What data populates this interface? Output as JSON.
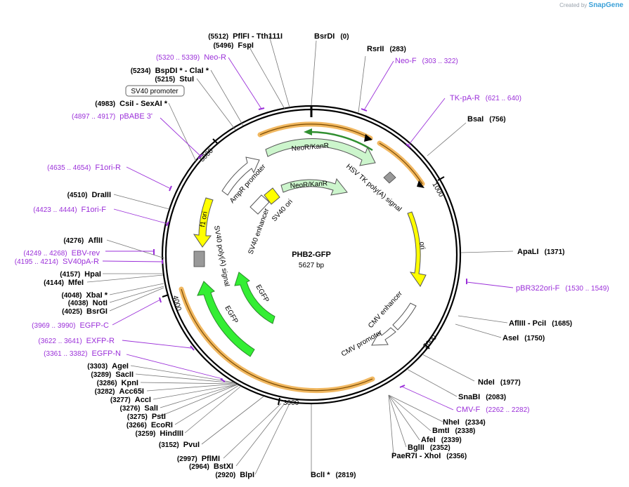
{
  "app": {
    "credit_prefix": "Created by",
    "credit_brand": "SnapGene"
  },
  "plasmid": {
    "name": "PHB2-GFP",
    "length_label": "5627 bp"
  },
  "ticks": [
    "1000",
    "2000",
    "3000",
    "4000",
    "5000"
  ],
  "enzymes": [
    {
      "id": "srdi",
      "pos": "(0)",
      "name": "BsrDI"
    },
    {
      "id": "rsrii",
      "pos": "(283)",
      "name": "RsrII"
    },
    {
      "id": "bsai",
      "pos": "(756)",
      "name": "BsaI"
    },
    {
      "id": "apali",
      "pos": "(1371)",
      "name": "ApaLI"
    },
    {
      "id": "aflIII",
      "pos": "(1685)",
      "name": "AflIII  -  PciI"
    },
    {
      "id": "asei",
      "pos": "(1750)",
      "name": "AseI"
    },
    {
      "id": "ndei",
      "pos": "(1977)",
      "name": "NdeI"
    },
    {
      "id": "snabi",
      "pos": "(2083)",
      "name": "SnaBI"
    },
    {
      "id": "nhei",
      "pos": "(2334)",
      "name": "NheI"
    },
    {
      "id": "bmti",
      "pos": "(2338)",
      "name": "BmtI"
    },
    {
      "id": "afei",
      "pos": "(2339)",
      "name": "AfeI"
    },
    {
      "id": "bglii",
      "pos": "(2352)",
      "name": "BglII"
    },
    {
      "id": "paer7i",
      "pos": "(2356)",
      "name": "PaeR7I  -  XhoI"
    },
    {
      "id": "bcli",
      "pos": "(2819)",
      "name": "BclI *"
    },
    {
      "id": "blpi",
      "pos": "(2920)",
      "name": "BlpI"
    },
    {
      "id": "bstxi",
      "pos": "(2964)",
      "name": "BstXI"
    },
    {
      "id": "pflmi",
      "pos": "(2997)",
      "name": "PflMI"
    },
    {
      "id": "pvui",
      "pos": "(3152)",
      "name": "PvuI"
    },
    {
      "id": "hindiii",
      "pos": "(3259)",
      "name": "HindIII"
    },
    {
      "id": "ecori",
      "pos": "(3266)",
      "name": "EcoRI"
    },
    {
      "id": "psti",
      "pos": "(3275)",
      "name": "PstI"
    },
    {
      "id": "sali",
      "pos": "(3276)",
      "name": "SalI"
    },
    {
      "id": "acci",
      "pos": "(3277)",
      "name": "AccI"
    },
    {
      "id": "acc65i",
      "pos": "(3282)",
      "name": "Acc65I"
    },
    {
      "id": "kpni",
      "pos": "(3286)",
      "name": "KpnI"
    },
    {
      "id": "sacii",
      "pos": "(3289)",
      "name": "SacII"
    },
    {
      "id": "agei",
      "pos": "(3303)",
      "name": "AgeI"
    },
    {
      "id": "bsrgi",
      "pos": "(4025)",
      "name": "BsrGI"
    },
    {
      "id": "noti",
      "pos": "(4038)",
      "name": "NotI"
    },
    {
      "id": "xbai",
      "pos": "(4048)",
      "name": "XbaI *"
    },
    {
      "id": "mfei",
      "pos": "(4144)",
      "name": "MfeI"
    },
    {
      "id": "hpai",
      "pos": "(4157)",
      "name": "HpaI"
    },
    {
      "id": "aflii",
      "pos": "(4276)",
      "name": "AflII"
    },
    {
      "id": "draiii",
      "pos": "(4510)",
      "name": "DraIII"
    },
    {
      "id": "csii",
      "pos": "(4983)",
      "name": "CsiI  -  SexAI *"
    },
    {
      "id": "stui",
      "pos": "(5215)",
      "name": "StuI"
    },
    {
      "id": "bspdi",
      "pos": "(5234)",
      "name": "BspDI *  -  ClaI *"
    },
    {
      "id": "fspi",
      "pos": "(5496)",
      "name": "FspI"
    },
    {
      "id": "pflfi",
      "pos": "(5512)",
      "name": "PflFI  -  Tth111I"
    }
  ],
  "primers": [
    {
      "id": "neo-r",
      "name": "Neo-R",
      "pos": "(5320 .. 5339)"
    },
    {
      "id": "neo-f",
      "name": "Neo-F",
      "pos": "(303 .. 322)"
    },
    {
      "id": "tk-pa-r",
      "name": "TK-pA-R",
      "pos": "(621 .. 640)"
    },
    {
      "id": "pbr322ori-f",
      "name": "pBR322ori-F",
      "pos": "(1530 .. 1549)"
    },
    {
      "id": "cmv-f",
      "name": "CMV-F",
      "pos": "(2262 .. 2282)"
    },
    {
      "id": "pbabe3",
      "name": "pBABE 3'",
      "pos": "(4897 .. 4917)"
    },
    {
      "id": "f1ori-r",
      "name": "F1ori-R",
      "pos": "(4635 .. 4654)"
    },
    {
      "id": "f1ori-f",
      "name": "F1ori-F",
      "pos": "(4423 .. 4444)"
    },
    {
      "id": "ebv-rev",
      "name": "EBV-rev",
      "pos": "(4249 .. 4268)"
    },
    {
      "id": "sv40pa-r",
      "name": "SV40pA-R",
      "pos": "(4195 .. 4214)"
    },
    {
      "id": "egfp-c",
      "name": "EGFP-C",
      "pos": "(3969 .. 3990)"
    },
    {
      "id": "exfp-r",
      "name": "EXFP-R",
      "pos": "(3622 .. 3641)"
    },
    {
      "id": "egfp-n",
      "name": "EGFP-N",
      "pos": "(3361 .. 3382)"
    }
  ],
  "boxed_label": "SV40 promoter",
  "features": {
    "neokanr_outer": "NeoR/KanR",
    "neokanr_inner": "NeoR/KanR",
    "hsv": "HSV TK poly(A) signal",
    "ampr_promoter": "AmpR promoter",
    "sv40_ori": "SV40 ori",
    "sv40_enhancer": "SV40 enhancer",
    "f1_ori": "f1 ori",
    "ori": "ori",
    "sv40_polya": "SV40 poly(A) signal",
    "egfp_inner": "EGFP",
    "egfp_outer": "EGFP",
    "cmv_enhancer": "CMV enhancer",
    "cmv_promoter": "CMV promoter"
  },
  "colors": {
    "neokanr": "#ccf5cc",
    "ori": "#ffff00",
    "egfp": "#33ee33",
    "orf": "#fbe0b0",
    "primer": "#9b30d9",
    "terminator": "#999999"
  }
}
